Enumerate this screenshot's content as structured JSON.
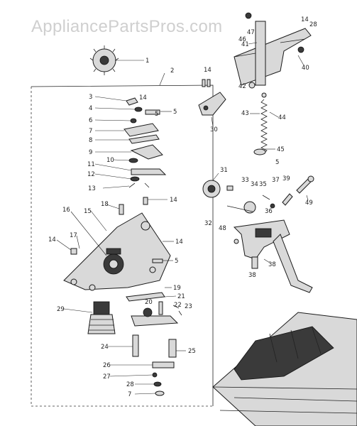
{
  "watermark": "AppliancePartsPros.com",
  "callouts": [
    "1",
    "2",
    "3",
    "4",
    "5",
    "6",
    "7",
    "8",
    "9",
    "10",
    "11",
    "12",
    "13",
    "14",
    "15",
    "16",
    "17",
    "18",
    "19",
    "20",
    "21",
    "22",
    "23",
    "24",
    "25",
    "26",
    "27",
    "28",
    "29",
    "30",
    "31",
    "32",
    "33",
    "34",
    "35",
    "36",
    "37",
    "38",
    "39",
    "40",
    "41",
    "42",
    "43",
    "44",
    "45",
    "46",
    "47",
    "48",
    "49",
    "5",
    "5",
    "5",
    "7",
    "14",
    "14",
    "14",
    "14",
    "14",
    "28",
    "38"
  ]
}
